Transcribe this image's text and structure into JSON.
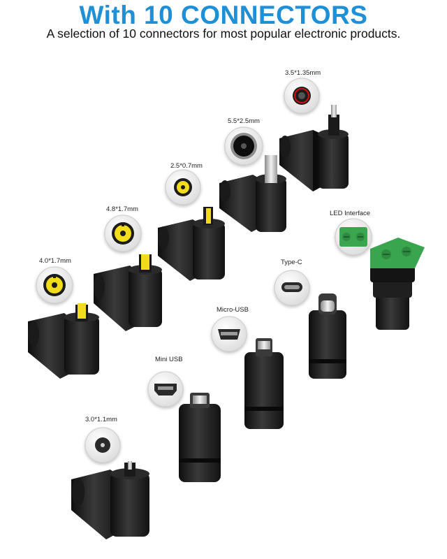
{
  "title": "With 10 CONNECTORS",
  "subtitle": "A selection of 10 connectors for most popular electronic products.",
  "accent_color": "#1f8fd6",
  "tip_color": "#f3dc1c",
  "terminal_color": "#3aa54f",
  "connectors": [
    {
      "label": "3.5*1.35mm",
      "icon": "dc-barrel-red-ring-icon"
    },
    {
      "label": "5.5*2.5mm",
      "icon": "dc-barrel-large-icon"
    },
    {
      "label": "2.5*0.7mm",
      "icon": "dc-barrel-yellow-icon"
    },
    {
      "label": "4.8*1.7mm",
      "icon": "dc-barrel-yellow-icon"
    },
    {
      "label": "4.0*1.7mm",
      "icon": "dc-barrel-yellow-icon"
    },
    {
      "label": "LED Interface",
      "icon": "screw-terminal-icon"
    },
    {
      "label": "Type-C",
      "icon": "usb-c-icon"
    },
    {
      "label": "Micro-USB",
      "icon": "micro-usb-icon"
    },
    {
      "label": "Mini USB",
      "icon": "mini-usb-icon"
    },
    {
      "label": "3.0*1.1mm",
      "icon": "dc-pin-icon"
    }
  ]
}
